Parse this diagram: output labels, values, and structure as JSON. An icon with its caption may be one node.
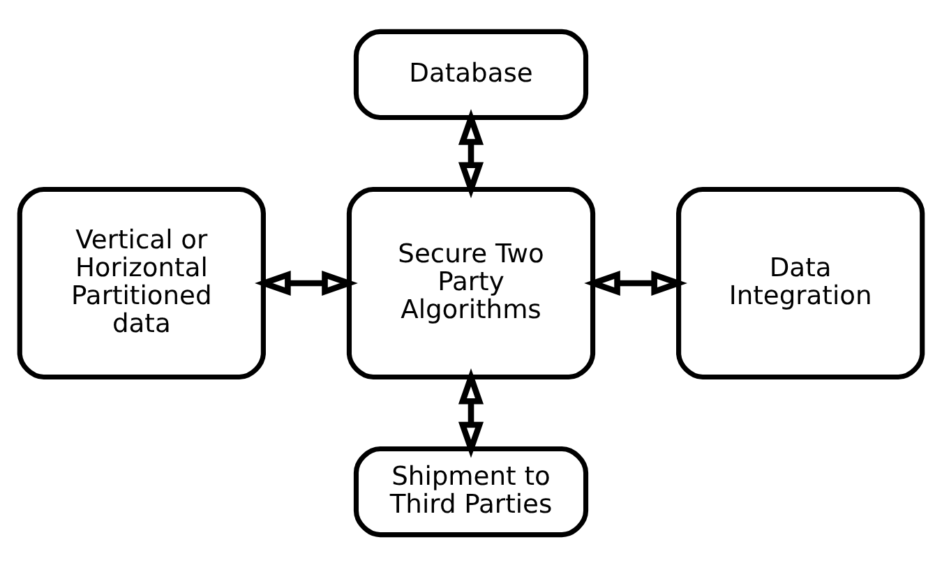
{
  "diagram": {
    "nodes": [
      {
        "text": [
          "Database"
        ]
      },
      {
        "text": [
          "Vertical or Horizontal Partitioned data"
        ]
      },
      {
        "text": [
          "Secure Two Party Algorithms"
        ]
      },
      {
        "text": [
          "Data Integration"
        ]
      },
      {
        "text": [
          "Shipment to Third Parties"
        ]
      }
    ],
    "edges": [
      {
        "from": 0,
        "to": 2,
        "arrow": "both"
      },
      {
        "from": 1,
        "to": 2,
        "arrow": "both"
      },
      {
        "from": 2,
        "to": 3,
        "arrow": "both"
      },
      {
        "from": 2,
        "to": 4,
        "arrow": "both"
      }
    ]
  }
}
